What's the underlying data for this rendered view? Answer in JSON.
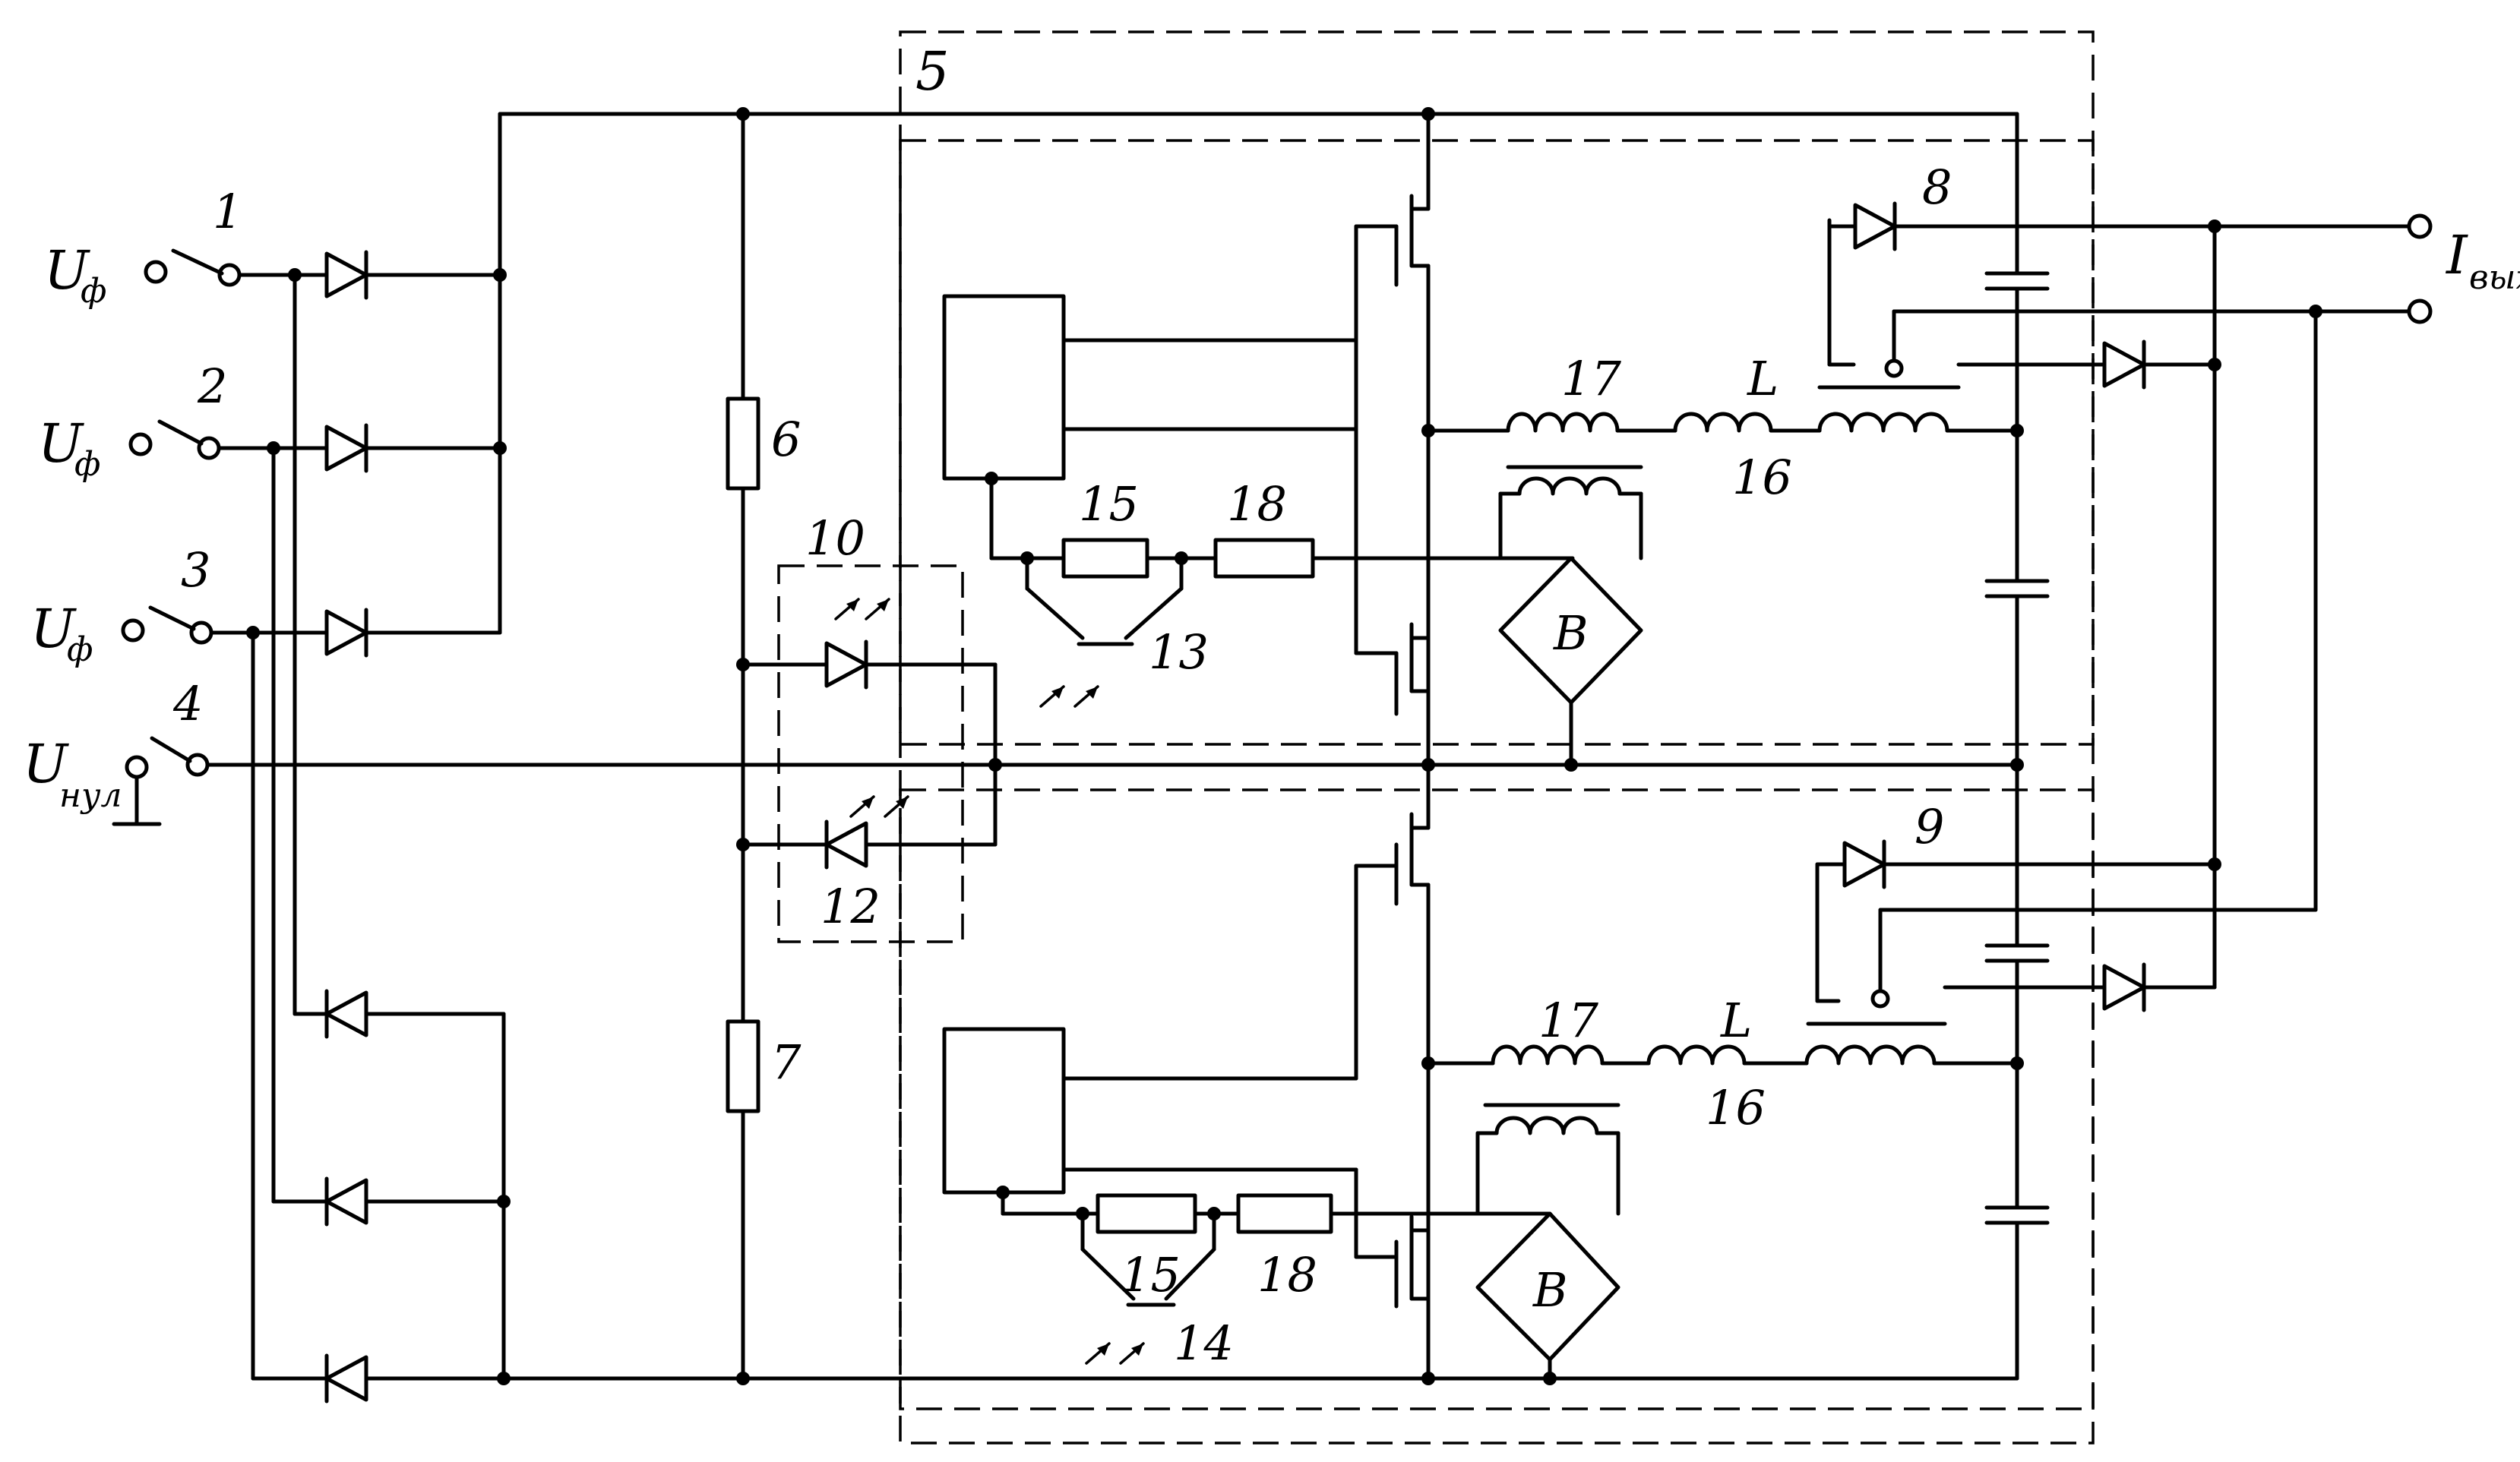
{
  "terminals": {
    "t1": {
      "number": "1",
      "label": "U",
      "sub": "ф"
    },
    "t2": {
      "number": "2",
      "label": "U",
      "sub": "ф"
    },
    "t3": {
      "number": "3",
      "label": "U",
      "sub": "ф"
    },
    "t4": {
      "number": "4",
      "label": "U",
      "sub": "нул"
    }
  },
  "output": {
    "label": "I",
    "sub": "вых"
  },
  "block": {
    "number": "5"
  },
  "resistors": {
    "r6": "6",
    "r7": "7"
  },
  "optocoupler": {
    "number_top": "10",
    "number_bottom": "12"
  },
  "rectifier_diodes": {
    "d8": "8",
    "d9": "9"
  },
  "upper_driver": {
    "r15": "15",
    "r18": "18",
    "phototransistor": "13",
    "transformer": "17",
    "inductor_symbol": "L",
    "inductor_number": "16",
    "bridge": "B"
  },
  "lower_driver": {
    "r15": "15",
    "r18": "18",
    "phototransistor": "14",
    "transformer": "17",
    "inductor_symbol": "L",
    "inductor_number": "16",
    "bridge": "B"
  }
}
